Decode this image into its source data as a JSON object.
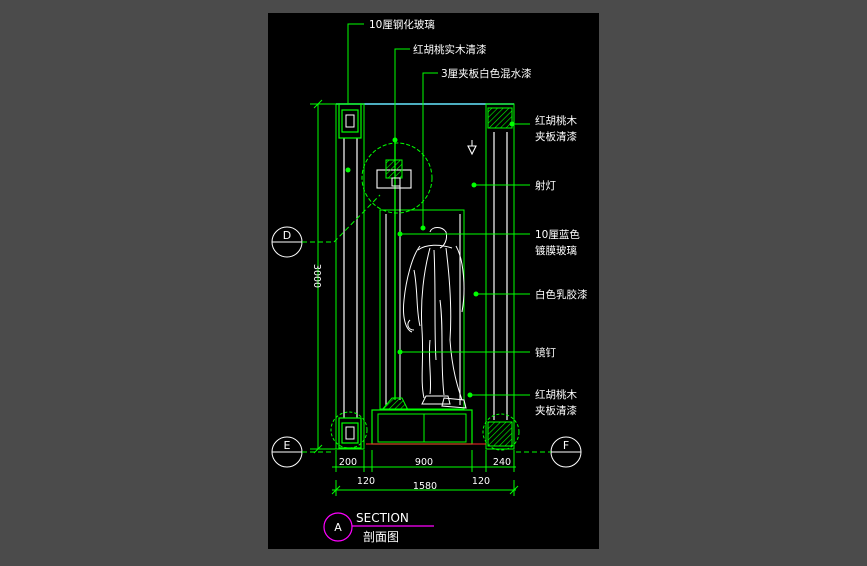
{
  "drawing": {
    "callouts": {
      "glass_top": "10厘钢化玻璃",
      "solid_wood": "红胡桃实木清漆",
      "plywood_white": "3厘夹板白色混水漆",
      "walnut_top_1": "红胡桃木",
      "walnut_top_2": "夹板清漆",
      "spotlight": "射灯",
      "blue_glass_1": "10厘蓝色",
      "blue_glass_2": "镀膜玻璃",
      "latex_paint": "白色乳胶漆",
      "mirror_nail": "镜钉",
      "walnut_bottom_1": "红胡桃木",
      "walnut_bottom_2": "夹板清漆"
    },
    "grid_markers": {
      "d": "D",
      "e": "E",
      "f": "F"
    },
    "dimensions": {
      "height": "3000",
      "w_left": "200",
      "w_center": "900",
      "w_right": "240",
      "sub_left": "120",
      "sub_right": "120",
      "total": "1580"
    },
    "title": {
      "section_letter": "A",
      "section_label": "SECTION",
      "section_label_cn": "剖面图"
    }
  },
  "colors": {
    "background": "#4b4b4b",
    "paper": "#000000",
    "line_green": "#00ff00",
    "line_white": "#ffffff",
    "line_cyan": "#66e8ff",
    "line_red": "#ff2a2a",
    "line_magenta": "#ff00ff"
  }
}
